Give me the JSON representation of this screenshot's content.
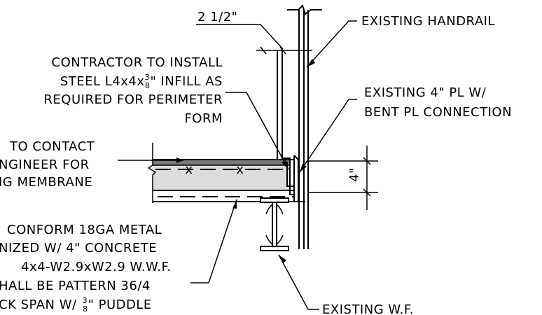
{
  "dimensions": {
    "railing_offset": "2 1/2\"",
    "slab_depth": "4\""
  },
  "labels": {
    "existing_handrail": "EXISTING HANDRAIL",
    "existing_pl_line1": "EXISTING 4\" PL W/",
    "existing_pl_line2": "BENT PL CONNECTION",
    "existing_wf": "EXISTING W.F."
  },
  "notes": {
    "infill_line1": "CONTRACTOR TO INSTALL",
    "infill_line2_a": "STEEL L4x4x",
    "infill_line2_b": "\" INFILL AS",
    "infill_line3": "REQUIRED FOR PERIMETER",
    "infill_line4": "FORM",
    "membrane_line1": "TO CONTACT",
    "membrane_line2": "NGINEER FOR",
    "membrane_line3": "IG MEMBRANE",
    "deck_line1": "CONFORM 18GA METAL",
    "deck_line2": "NIZED W/ 4\" CONCRETE",
    "deck_line3": "4x4-W2.9xW2.9 W.W.F.",
    "deck_line4": "HALL BE PATTERN 36/4",
    "deck_line5_a": "CK SPAN W/",
    "deck_line5_b": "\" PUDDLE"
  },
  "fractions": {
    "angle_thickness": [
      "3",
      "8"
    ],
    "puddle_weld": [
      "3",
      "8"
    ]
  },
  "slab_marks": [
    "x",
    "x"
  ],
  "colors": {
    "ink": "#000000",
    "slab_top": "#7a7a7a",
    "slab_body": "#dcdcdc"
  }
}
